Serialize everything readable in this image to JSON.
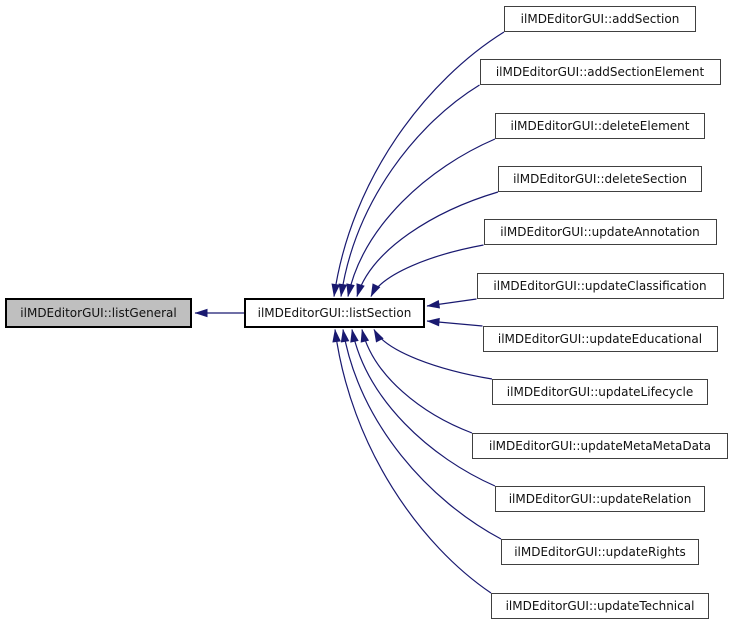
{
  "colors": {
    "edge": "#191970",
    "caller_border": "#404040",
    "focus_border": "#000000",
    "node_fill": "#ffffff",
    "focus_fill": "#bfbfbf",
    "text": "#111111",
    "background": "#ffffff"
  },
  "nodes": {
    "focus": {
      "id": "listGeneral",
      "label": "ilMDEditorGUI::listGeneral"
    },
    "hub": {
      "id": "listSection",
      "label": "ilMDEditorGUI::listSection"
    },
    "callers": [
      {
        "id": "addSection",
        "label": "ilMDEditorGUI::addSection"
      },
      {
        "id": "addSectionElement",
        "label": "ilMDEditorGUI::addSectionElement"
      },
      {
        "id": "deleteElement",
        "label": "ilMDEditorGUI::deleteElement"
      },
      {
        "id": "deleteSection",
        "label": "ilMDEditorGUI::deleteSection"
      },
      {
        "id": "updateAnnotation",
        "label": "ilMDEditorGUI::updateAnnotation"
      },
      {
        "id": "updateClassification",
        "label": "ilMDEditorGUI::updateClassification"
      },
      {
        "id": "updateEducational",
        "label": "ilMDEditorGUI::updateEducational"
      },
      {
        "id": "updateLifecycle",
        "label": "ilMDEditorGUI::updateLifecycle"
      },
      {
        "id": "updateMetaMetaData",
        "label": "ilMDEditorGUI::updateMetaMetaData"
      },
      {
        "id": "updateRelation",
        "label": "ilMDEditorGUI::updateRelation"
      },
      {
        "id": "updateRights",
        "label": "ilMDEditorGUI::updateRights"
      },
      {
        "id": "updateTechnical",
        "label": "ilMDEditorGUI::updateTechnical"
      }
    ]
  },
  "edges": [
    {
      "from": "listSection",
      "to": "listGeneral"
    },
    {
      "from": "addSection",
      "to": "listSection"
    },
    {
      "from": "addSectionElement",
      "to": "listSection"
    },
    {
      "from": "deleteElement",
      "to": "listSection"
    },
    {
      "from": "deleteSection",
      "to": "listSection"
    },
    {
      "from": "updateAnnotation",
      "to": "listSection"
    },
    {
      "from": "updateClassification",
      "to": "listSection"
    },
    {
      "from": "updateEducational",
      "to": "listSection"
    },
    {
      "from": "updateLifecycle",
      "to": "listSection"
    },
    {
      "from": "updateMetaMetaData",
      "to": "listSection"
    },
    {
      "from": "updateRelation",
      "to": "listSection"
    },
    {
      "from": "updateRights",
      "to": "listSection"
    },
    {
      "from": "updateTechnical",
      "to": "listSection"
    }
  ]
}
